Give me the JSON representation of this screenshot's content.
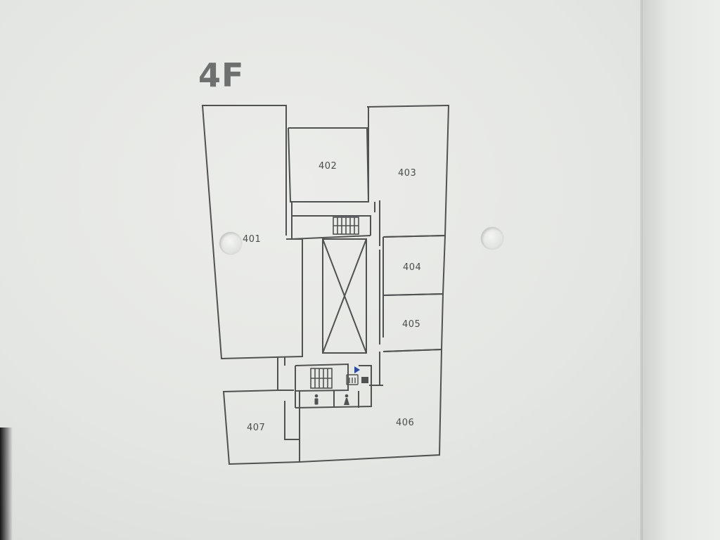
{
  "floor": {
    "label": "4F"
  },
  "rooms": [
    {
      "id": "401",
      "label": "401"
    },
    {
      "id": "402",
      "label": "402"
    },
    {
      "id": "403",
      "label": "403"
    },
    {
      "id": "404",
      "label": "404"
    },
    {
      "id": "405",
      "label": "405"
    },
    {
      "id": "406",
      "label": "406"
    },
    {
      "id": "407",
      "label": "407"
    }
  ],
  "icons": {
    "stairs": "stairs-icon",
    "elevator": "elevator-icon",
    "restroom_men": "male-restroom-icon",
    "restroom_women": "female-restroom-icon",
    "fire_extinguisher": "fire-extinguisher-icon",
    "indicator": "blue-arrow-icon"
  },
  "colors": {
    "wall": "#e4e6e3",
    "line": "#4f5251",
    "label": "#6d706f",
    "indicator": "#2a4aa0"
  }
}
